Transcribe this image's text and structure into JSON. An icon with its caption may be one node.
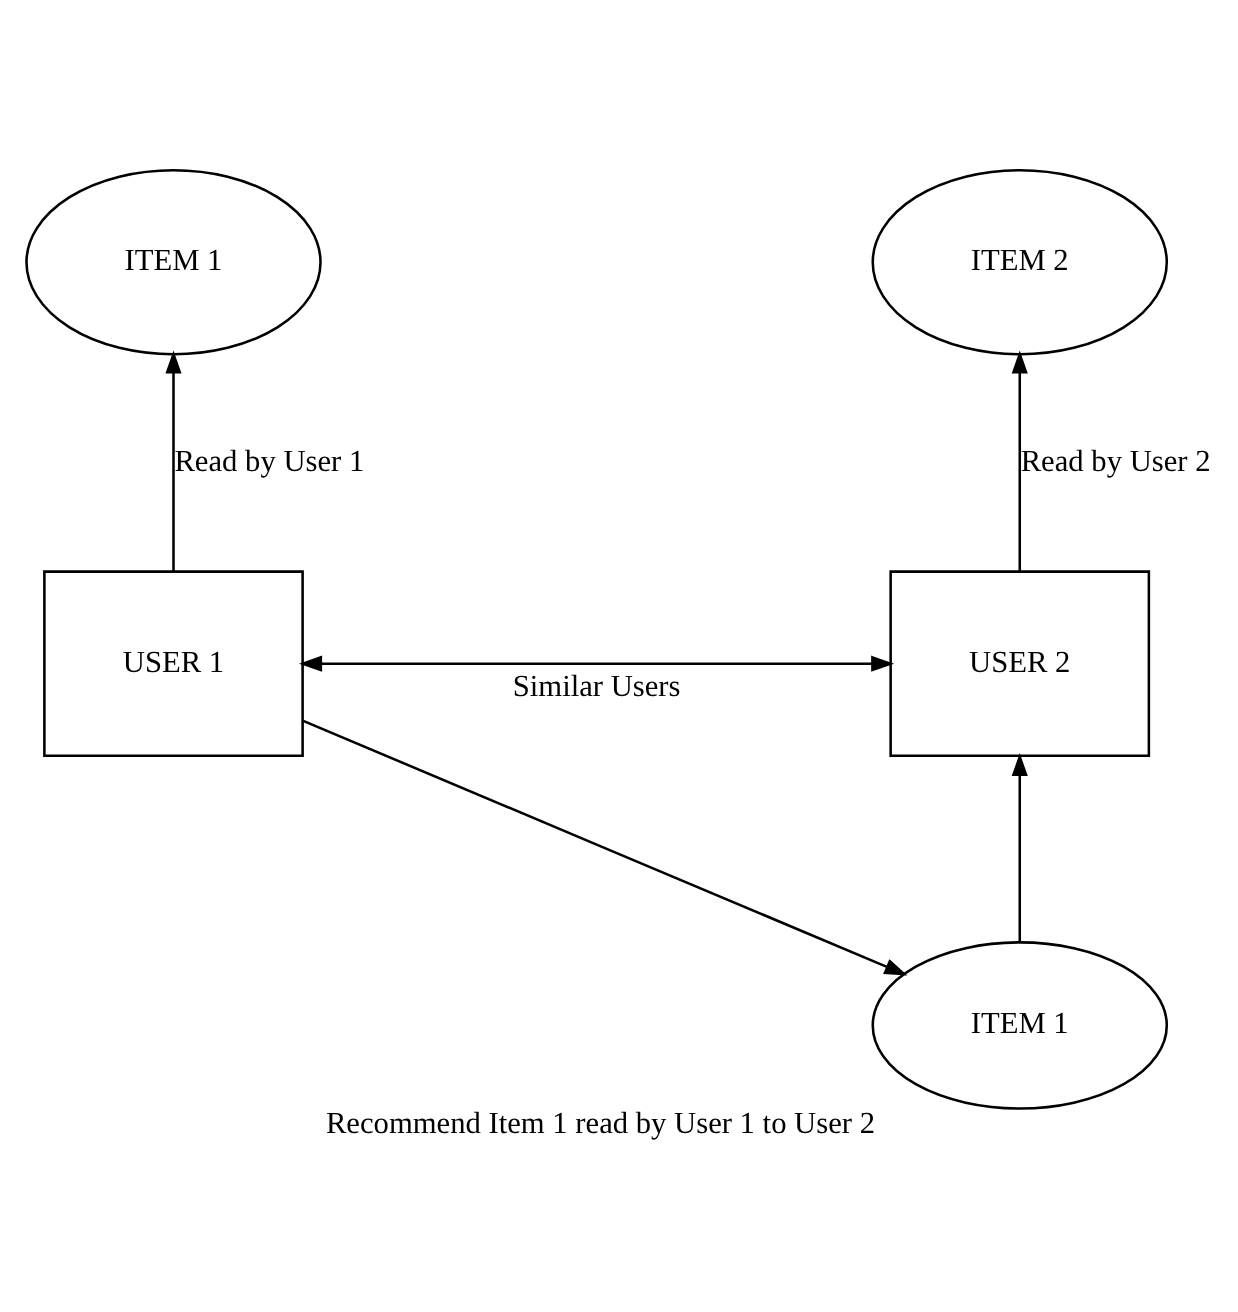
{
  "diagram": {
    "nodes": [
      {
        "text": [
          "ITEM 1"
        ]
      },
      {
        "text": [
          "ITEM 2"
        ]
      },
      {
        "text": [
          "USER 1"
        ]
      },
      {
        "text": [
          "USER 2"
        ]
      },
      {
        "text": [
          "ITEM 1"
        ],
        "beside": [
          "Recommend Item 1 read by User 1 to User 2"
        ]
      }
    ],
    "edges": [
      {
        "from": 2,
        "to": 0,
        "arrow": "to",
        "label": "Read by User 1"
      },
      {
        "from": 3,
        "to": 1,
        "arrow": "to",
        "label": "Read by User 2"
      },
      {
        "from": 2,
        "to": 3,
        "arrow": "both",
        "label": "Similar Users"
      },
      {
        "from": 2,
        "to": 4,
        "arrow": "to"
      },
      {
        "from": 4,
        "to": 3,
        "arrow": "to"
      }
    ]
  }
}
